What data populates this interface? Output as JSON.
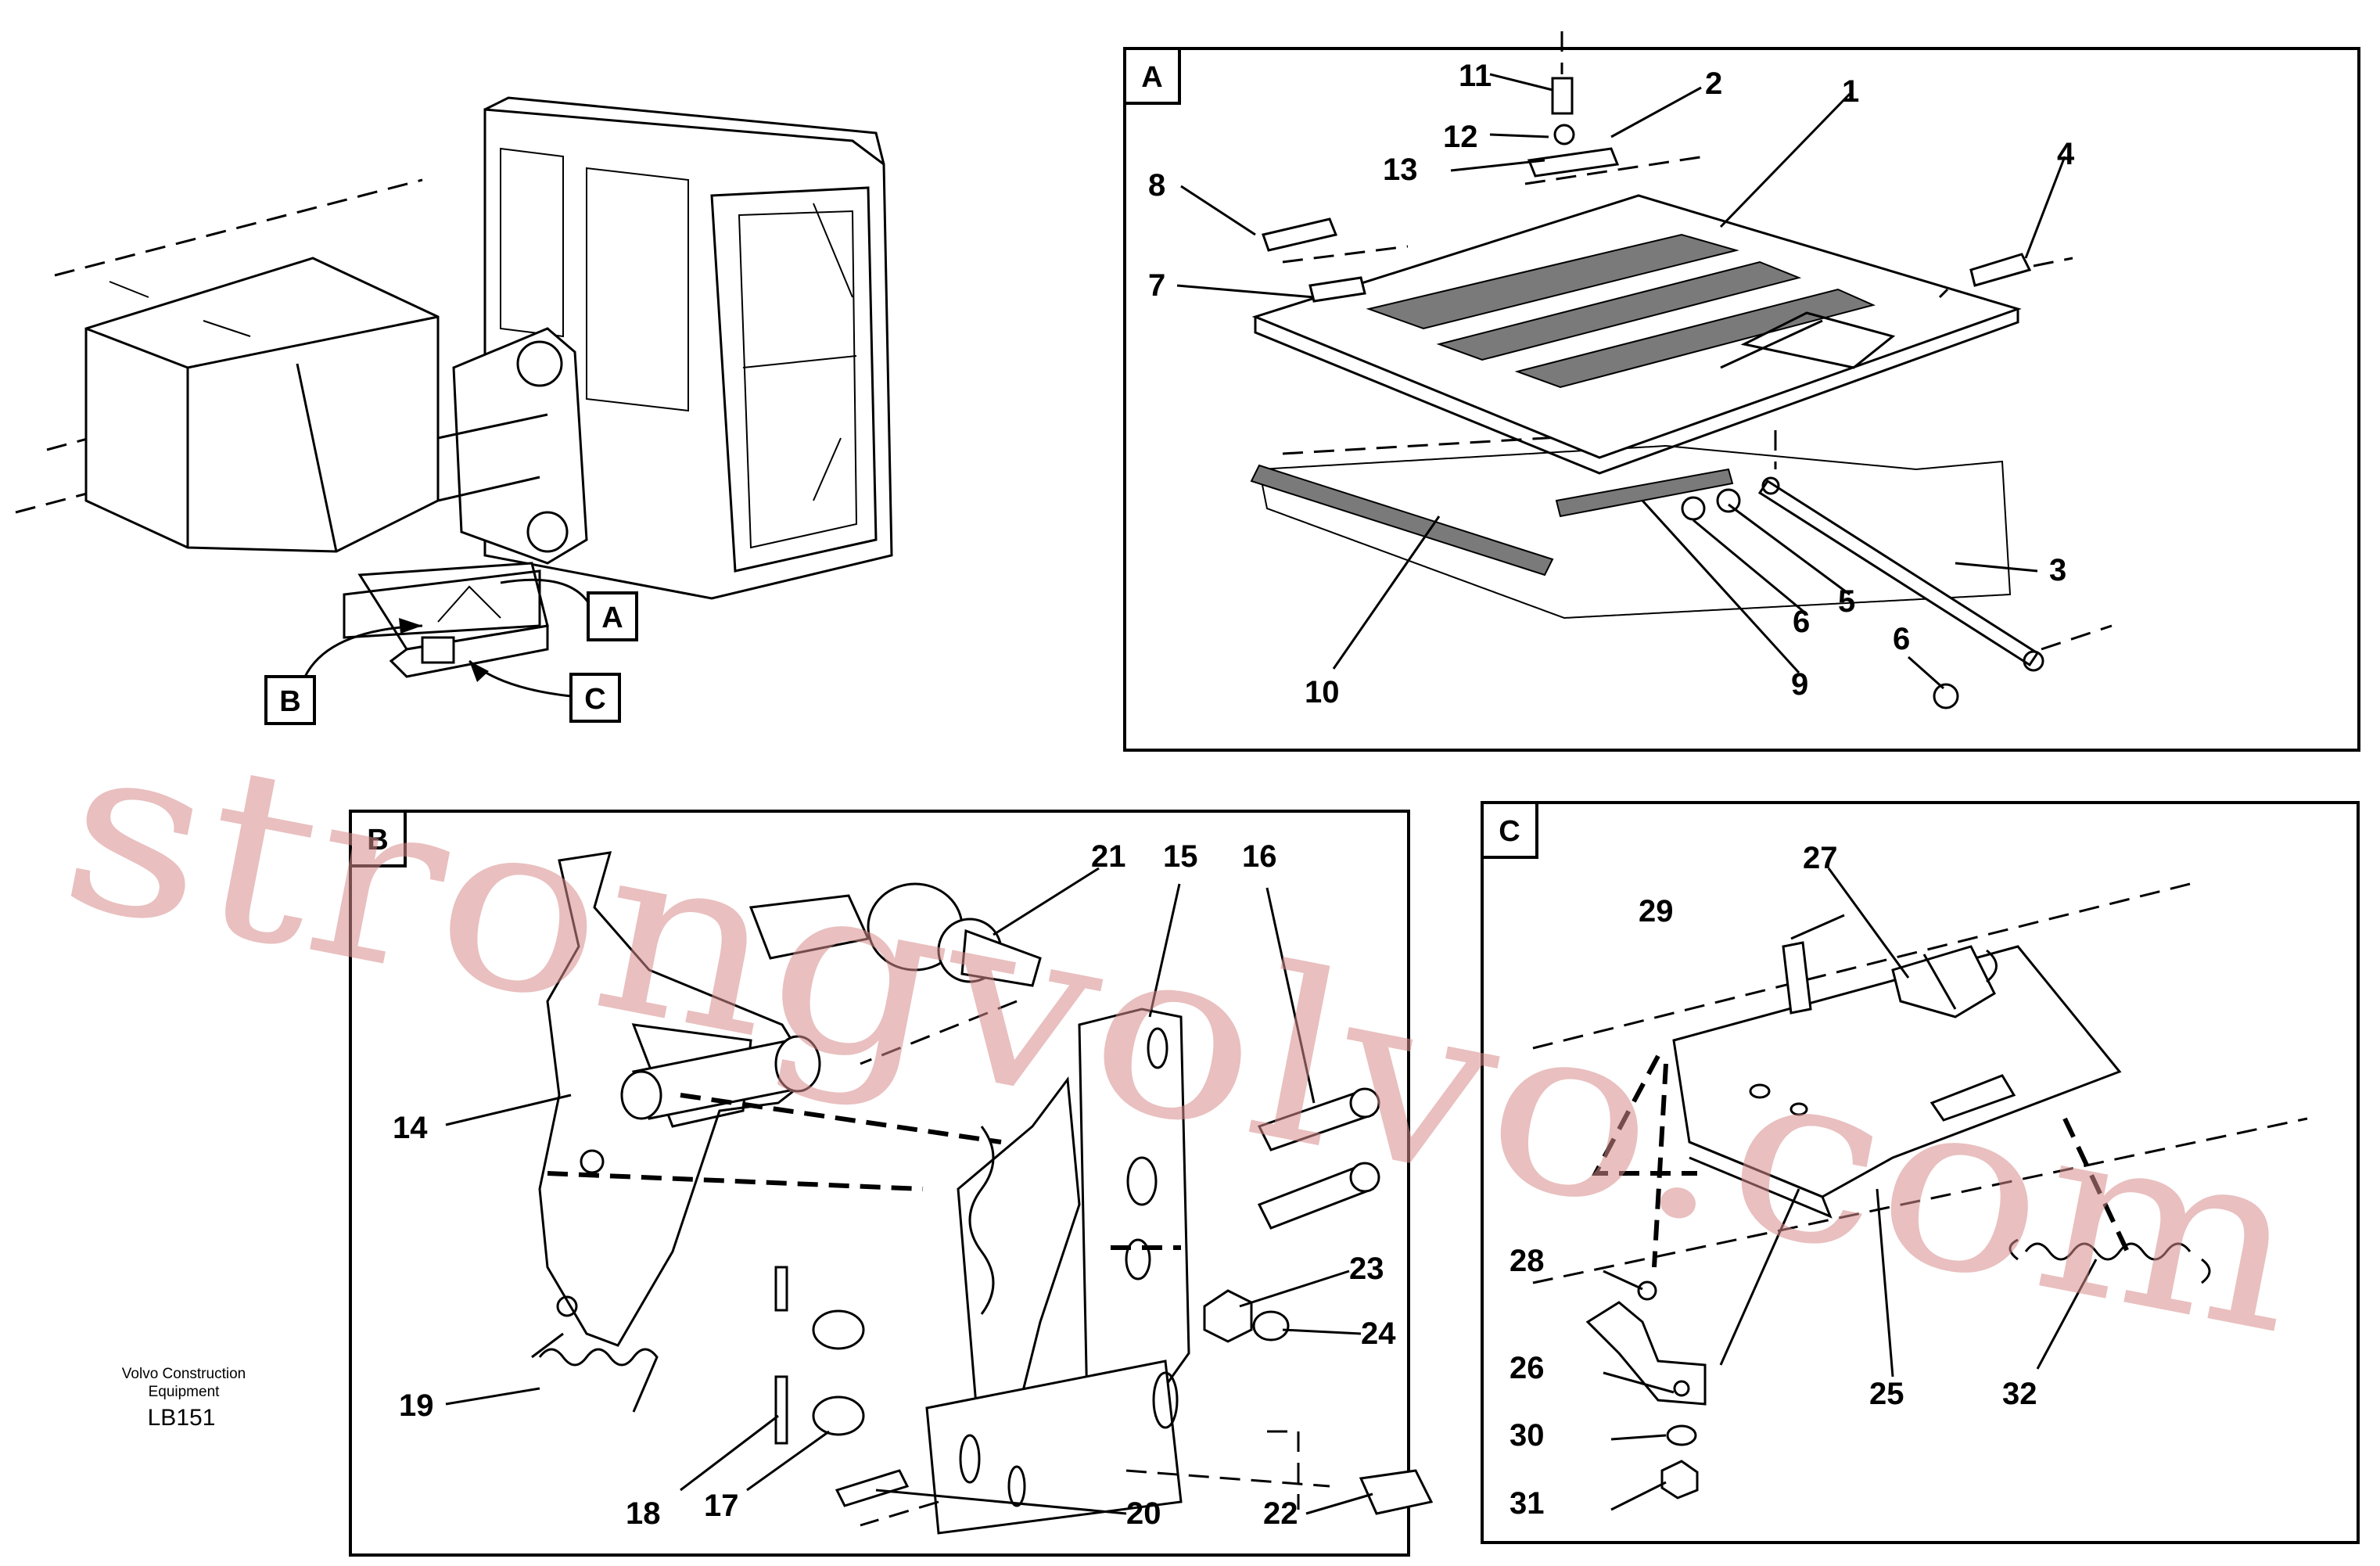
{
  "overview": {
    "callouts": [
      "A",
      "B",
      "C"
    ]
  },
  "panels": [
    {
      "id": "A",
      "parts": [
        "11",
        "2",
        "1",
        "12",
        "13",
        "4",
        "8",
        "7",
        "3",
        "5",
        "6",
        "6",
        "10",
        "9"
      ]
    },
    {
      "id": "B",
      "parts": [
        "21",
        "15",
        "16",
        "14",
        "23",
        "24",
        "19",
        "18",
        "17",
        "20",
        "22"
      ]
    },
    {
      "id": "C",
      "parts": [
        "27",
        "29",
        "28",
        "26",
        "30",
        "31",
        "25",
        "32"
      ]
    }
  ],
  "reference": {
    "line1": "Volvo Construction",
    "line2": "Equipment",
    "code": "LB151"
  },
  "watermark": "strongvolvo.com"
}
